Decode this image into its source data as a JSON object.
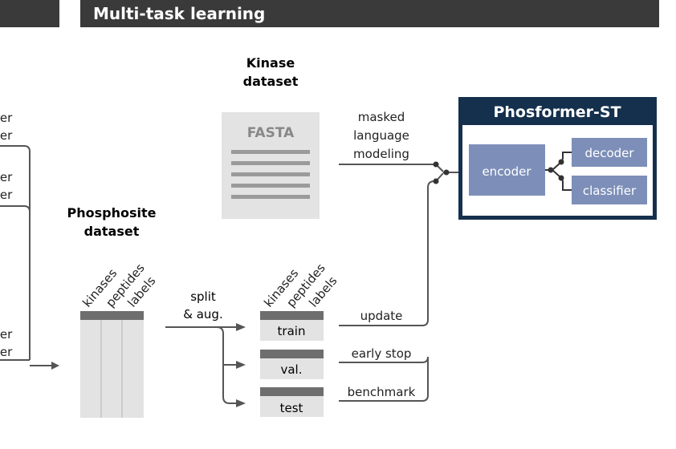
{
  "header": {
    "title": "Multi-task learning"
  },
  "left_column": {
    "rows": [
      "ter",
      "ter",
      "ter",
      "ter",
      "ter",
      "ter"
    ]
  },
  "kinase_dataset": {
    "title_line1": "Kinase",
    "title_line2": "dataset",
    "file_label": "FASTA"
  },
  "phosphosite_dataset": {
    "title_line1": "Phosphosite",
    "title_line2": "dataset",
    "columns": [
      "kinases",
      "peptides",
      "labels"
    ]
  },
  "split_label": {
    "line1": "split",
    "line2": "& aug."
  },
  "splits": {
    "columns": [
      "kinases",
      "peptides",
      "labels"
    ],
    "items": [
      "train",
      "val.",
      "test"
    ]
  },
  "tasks": {
    "mlm_line1": "masked",
    "mlm_line2": "language",
    "mlm_line3": "modeling",
    "update": "update",
    "early_stop": "early stop",
    "benchmark": "benchmark"
  },
  "model": {
    "title": "Phosformer-ST",
    "encoder": "encoder",
    "decoder": "decoder",
    "classifier": "classifier",
    "colors": {
      "frame": "#14304d",
      "block": "#7d8fb8"
    }
  }
}
